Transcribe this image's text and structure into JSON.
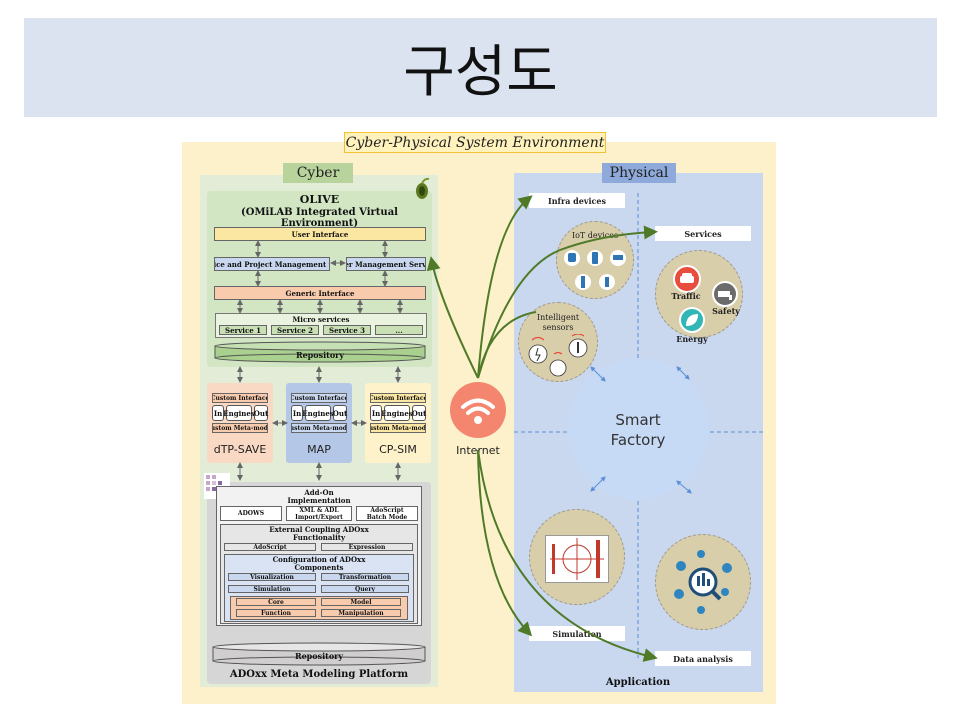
{
  "title": "구성도",
  "environment_label": "Cyber-Physical System Environment",
  "cyber": {
    "label": "Cyber",
    "olive": {
      "title": "OLIVE",
      "subtitle": "(OMiLAB Integrated Virtual Environment)",
      "user_interface": "User Interface",
      "service_mgmt": "Service and Project Management tools",
      "user_mgmt": "User Management Service",
      "generic_interface": "Generic Interface",
      "micro_services": "Micro services",
      "services": [
        "Service 1",
        "Service 2",
        "Service 3",
        "..."
      ],
      "repository": "Repository"
    },
    "tools": [
      {
        "name": "dTP-SAVE",
        "custom_interface": "Custom Interface",
        "in": "In",
        "engines": "Engines",
        "out": "Out",
        "meta_model": "Custom Meta-model"
      },
      {
        "name": "MAP",
        "custom_interface": "Custom Interface",
        "in": "In",
        "engines": "Engines",
        "out": "Out",
        "meta_model": "Custom Meta-model"
      },
      {
        "name": "CP-SIM",
        "custom_interface": "Custom Interface",
        "in": "In",
        "engines": "Engines",
        "out": "Out",
        "meta_model": "Custom Meta-model"
      }
    ],
    "adoxx": {
      "addon": "Add-On\nImplementation",
      "adows": "ADOWS",
      "xml": "XML & ADL\nImport/Export",
      "adoscript_batch": "AdoScript\nBatch Mode",
      "external": "External Coupling ADOxx\nFunctionality",
      "adoscript": "AdoScript",
      "expression": "Expression",
      "config": "Configuration of ADOxx\nComponents",
      "visualization": "Visualization",
      "transformation": "Transformation",
      "simulation": "Simulation",
      "query": "Query",
      "core": "Core",
      "model": "Model",
      "function": "Function",
      "manipulation": "Manipulation",
      "repository": "Repository",
      "platform": "ADOxx Meta Modeling Platform"
    }
  },
  "internet_label": "Internet",
  "physical": {
    "label": "Physical",
    "infra_devices": "Infra devices",
    "services": "Services",
    "iot_devices": "IoT devices",
    "intelligent_sensors": "Intelligent\nsensors",
    "traffic": "Traffic",
    "safety": "Safety",
    "energy": "Energy",
    "smart_factory": "Smart\nFactory",
    "simulation": "Simulation",
    "data_analysis": "Data analysis",
    "application": "Application"
  },
  "colors": {
    "title_bg": "#dbe3f1",
    "env_bg": "#fdf1cc",
    "cyber_bg": "#e3ecd6",
    "physical_bg": "#c9d8ef",
    "arrow": "#4f7a28",
    "internet": "#f4866f",
    "smart_factory": "#c6d9f5"
  }
}
